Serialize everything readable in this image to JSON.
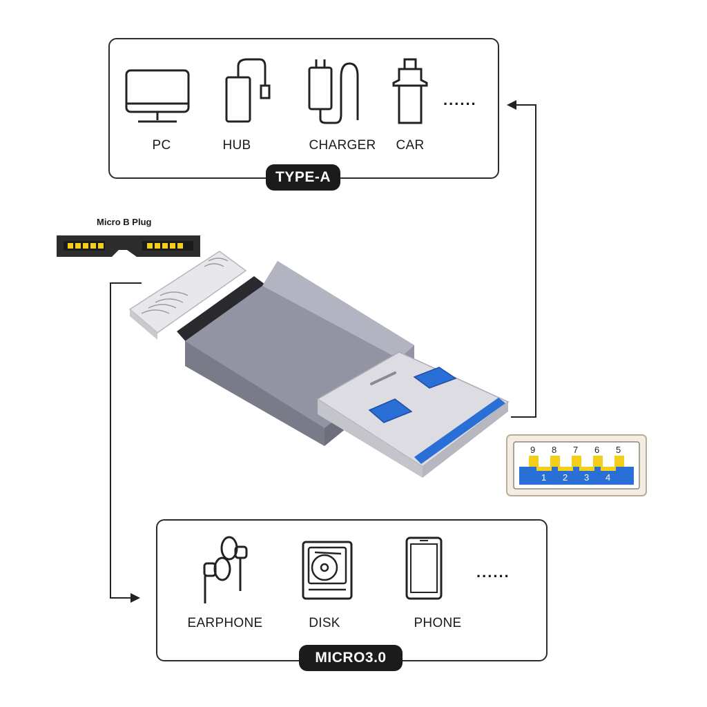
{
  "top_panel": {
    "tag": "TYPE-A",
    "items": [
      {
        "label": "PC",
        "icon": "monitor-icon"
      },
      {
        "label": "HUB",
        "icon": "hub-icon"
      },
      {
        "label": "CHARGER",
        "icon": "charger-icon"
      },
      {
        "label": "CAR",
        "icon": "car-charger-icon"
      }
    ],
    "more": "......"
  },
  "bottom_panel": {
    "tag": "MICRO3.0",
    "items": [
      {
        "label": "EARPHONE",
        "icon": "earphone-icon"
      },
      {
        "label": "DISK",
        "icon": "disk-icon"
      },
      {
        "label": "PHONE",
        "icon": "phone-icon"
      }
    ],
    "more": "......"
  },
  "plug": {
    "caption": "Micro B Plug"
  },
  "usb_a_pins": {
    "top_row": [
      "9",
      "8",
      "7",
      "6",
      "5"
    ],
    "bottom_row": [
      "1",
      "2",
      "3",
      "4"
    ]
  },
  "colors": {
    "adapter_body": "#8a8a99",
    "usb_blue": "#2a6fd6",
    "pin_gold": "#f2cf1b"
  }
}
